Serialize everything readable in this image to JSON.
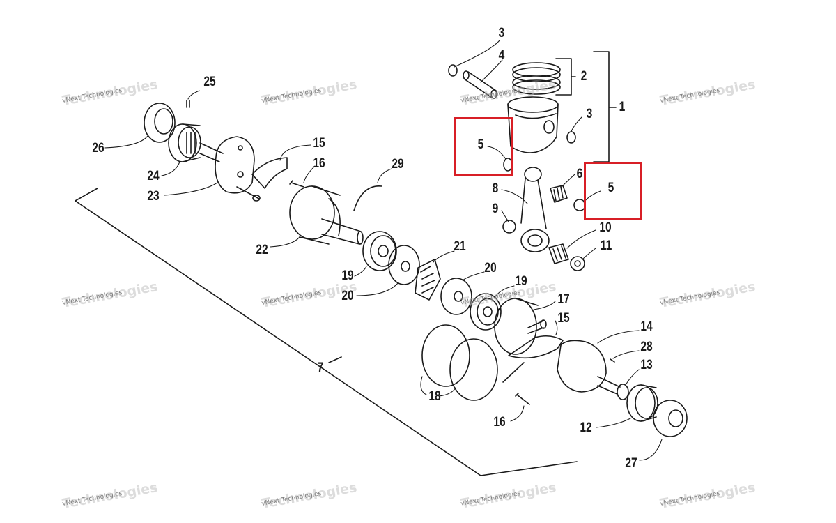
{
  "callouts": {
    "c1": "1",
    "c2": "2",
    "c3a": "3",
    "c3b": "3",
    "c4": "4",
    "c5a": "5",
    "c5b": "5",
    "c6": "6",
    "c7": "7",
    "c8": "8",
    "c9": "9",
    "c10": "10",
    "c11": "11",
    "c12": "12",
    "c13": "13",
    "c14": "14",
    "c15a": "15",
    "c15b": "15",
    "c16a": "16",
    "c16b": "16",
    "c17": "17",
    "c18": "18",
    "c19a": "19",
    "c19b": "19",
    "c20a": "20",
    "c20b": "20",
    "c21": "21",
    "c22": "22",
    "c23": "23",
    "c24": "24",
    "c25": "25",
    "c26": "26",
    "c27": "27",
    "c28": "28",
    "c29": "29"
  },
  "watermark": {
    "text": "vNext Technologies",
    "big_text": "Technologies",
    "small_text": "vNext Technologies"
  },
  "colors": {
    "line": "#1a1a1a",
    "highlight": "#d81f26",
    "watermark": "#b5b5b5"
  }
}
